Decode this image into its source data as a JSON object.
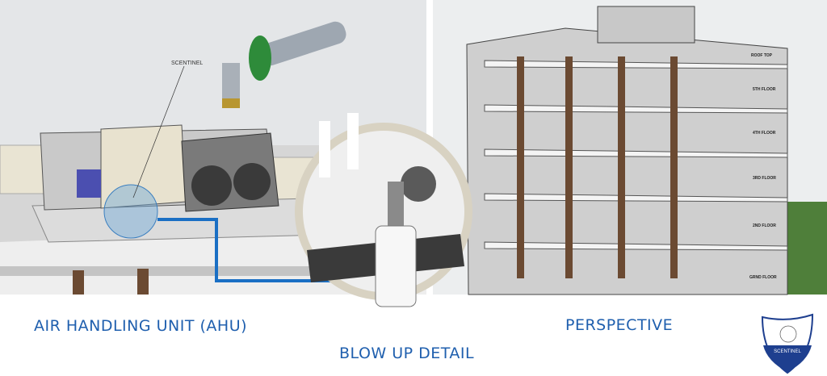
{
  "left_panel": {
    "callout_label": "SCENTINEL"
  },
  "building": {
    "floors": [
      "ROOF TOP",
      "5TH FLOOR",
      "4TH FLOOR",
      "3RD FLOOR",
      "2ND FLOOR",
      "GRND FLOOR"
    ]
  },
  "captions": {
    "ahu": "AIR HANDLING UNIT (AHU)",
    "blowup": "BLOW UP DETAIL",
    "perspective": "PERSPECTIVE"
  },
  "logo": {
    "text": "SCENTINEL"
  },
  "colors": {
    "accent": "#1f5fae",
    "arrow": "#1a6fc4",
    "flange": "#2e8b3a"
  }
}
